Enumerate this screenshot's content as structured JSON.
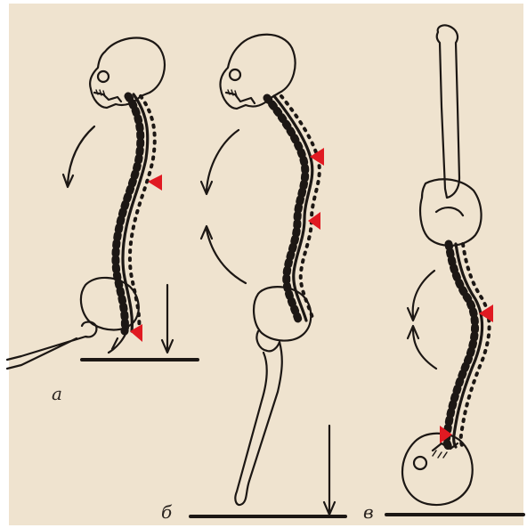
{
  "figure": {
    "labels": {
      "a": "а",
      "b": "б",
      "v": "в"
    },
    "colors": {
      "paper": "#efe3cf",
      "ink": "#1c1714",
      "arrowhead": "#e01a22"
    }
  }
}
